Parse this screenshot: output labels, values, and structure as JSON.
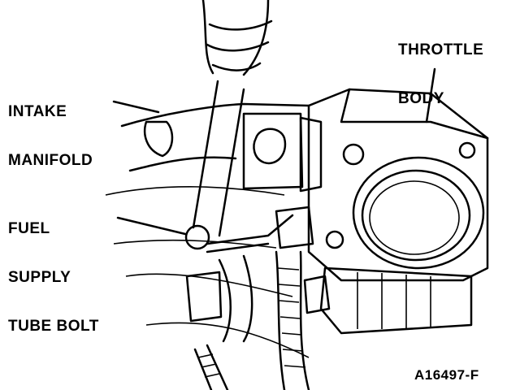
{
  "labels": {
    "throttle_body": [
      "THROTTLE",
      "BODY"
    ],
    "intake_manifold": [
      "INTAKE",
      "MANIFOLD"
    ],
    "fuel_supply_tube_bolt": [
      "FUEL",
      "SUPPLY",
      "TUBE BOLT"
    ]
  },
  "figure_id": "A16497-F"
}
